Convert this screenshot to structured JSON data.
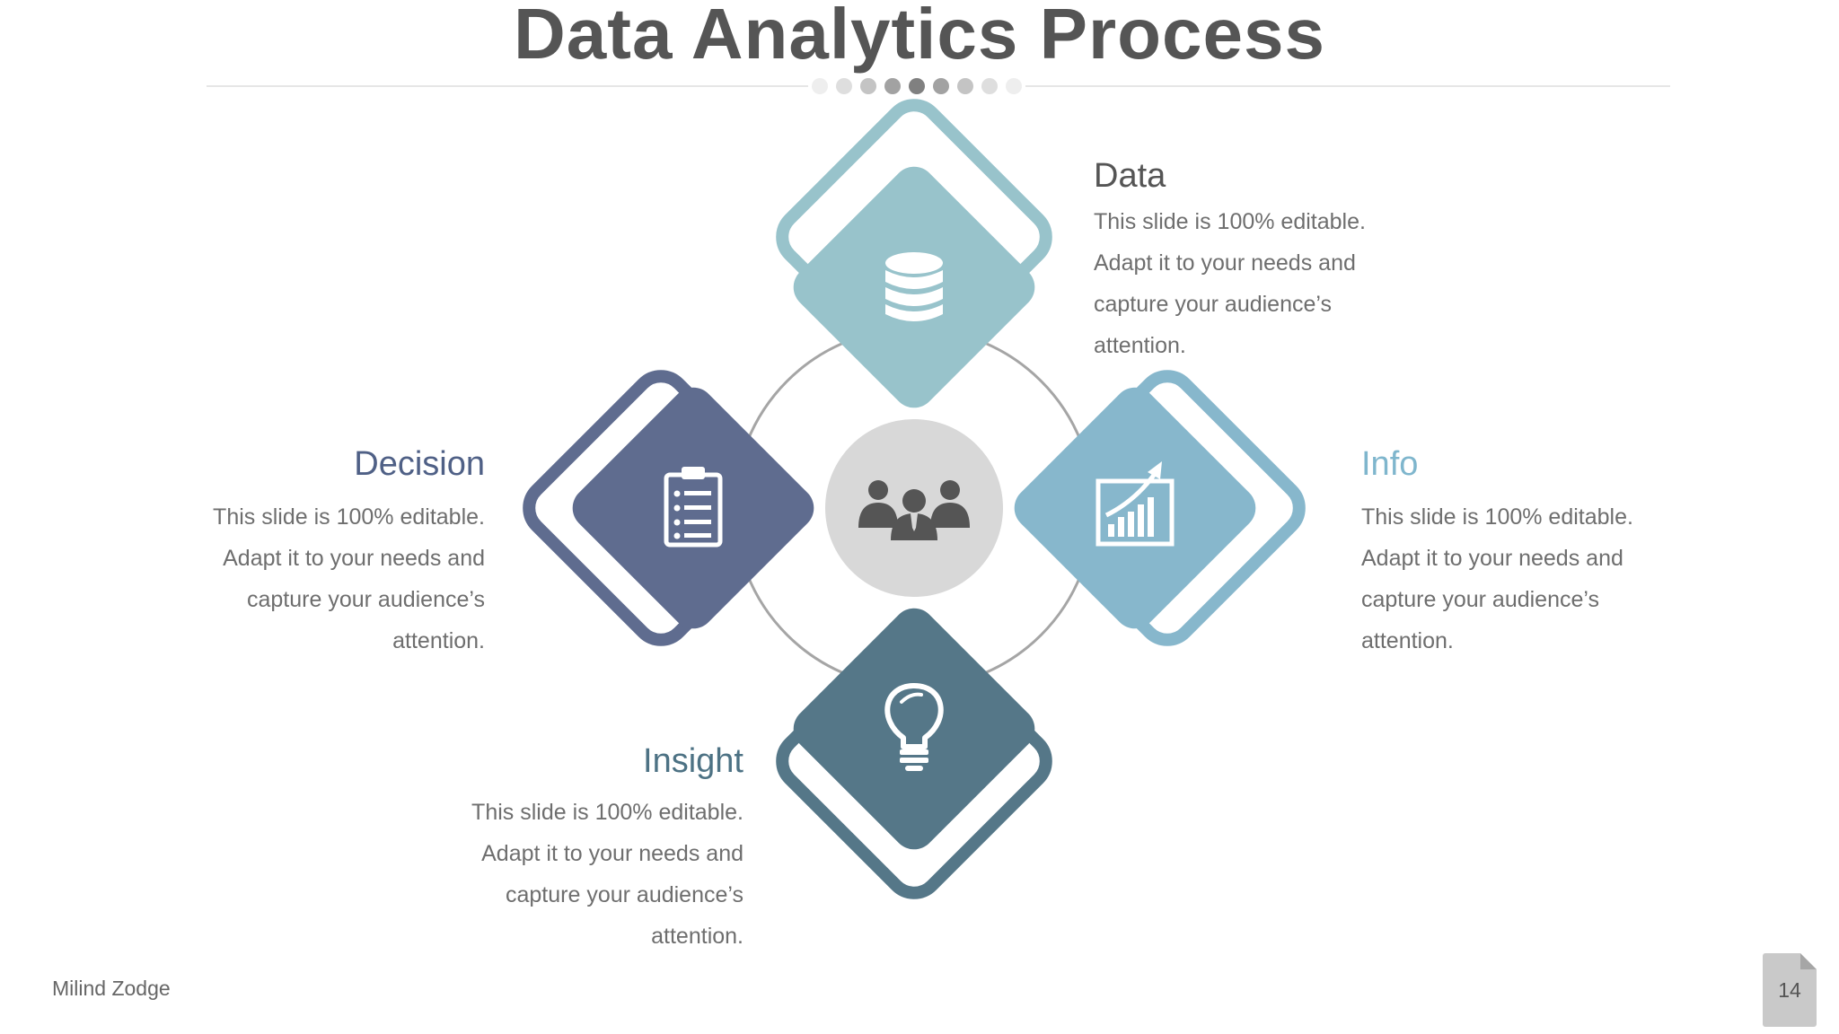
{
  "title": "Data Analytics Process",
  "colors": {
    "data": "#98c3cb",
    "info": "#87b7cc",
    "decision": "#5f6c8f",
    "insight": "#557788",
    "center": "#d8d8d8",
    "ring": "#a5a5a5"
  },
  "center_icon": "people-group-icon",
  "steps": [
    {
      "id": "data",
      "heading": "Data",
      "icon": "database-icon",
      "lines": [
        "This slide is 100% editable.",
        "Adapt it to your needs and",
        "capture your audience’s",
        "attention."
      ]
    },
    {
      "id": "info",
      "heading": "Info",
      "icon": "growth-chart-icon",
      "lines": [
        "This slide is 100% editable.",
        "Adapt it to your needs and",
        "capture your audience’s",
        "attention."
      ]
    },
    {
      "id": "decision",
      "heading": "Decision",
      "icon": "clipboard-icon",
      "lines": [
        "This slide is 100% editable.",
        "Adapt it to your needs and",
        "capture your audience’s",
        "attention."
      ]
    },
    {
      "id": "insight",
      "heading": "Insight",
      "icon": "lightbulb-icon",
      "lines": [
        "This slide is 100% editable.",
        "Adapt it to your needs and",
        "capture your audience’s",
        "attention."
      ]
    }
  ],
  "footer": {
    "author": "Milind Zodge",
    "page_number": "14"
  }
}
